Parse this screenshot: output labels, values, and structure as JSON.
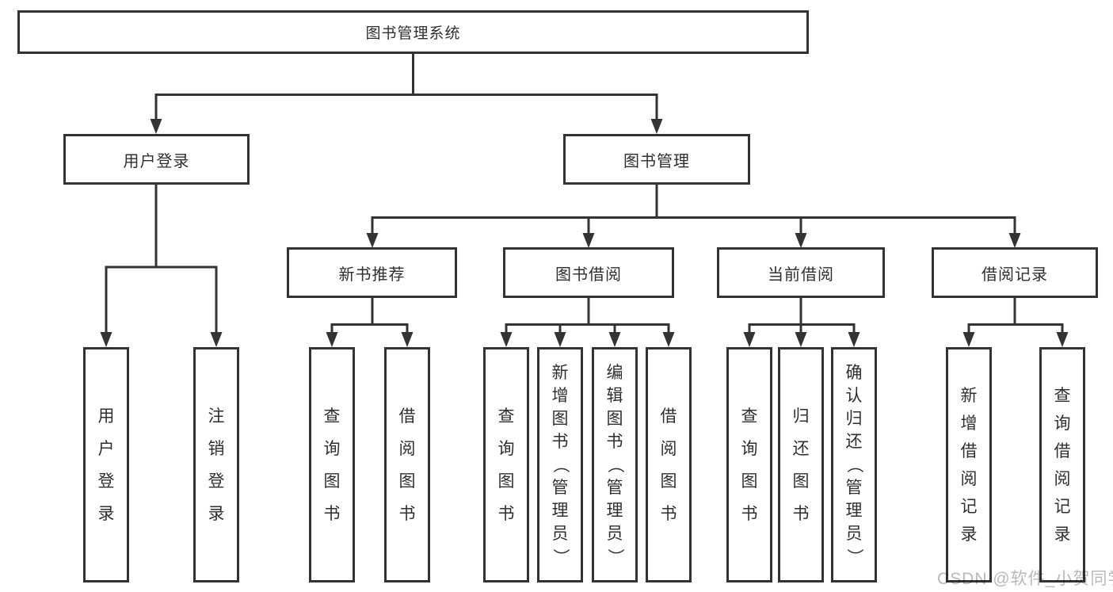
{
  "diagram": {
    "title": "图书管理系统",
    "level2": {
      "user_login": "用户登录",
      "book_mgmt": "图书管理"
    },
    "level3": {
      "new_books": "新书推荐",
      "book_borrow": "图书借阅",
      "current_borrow": "当前借阅",
      "borrow_records": "借阅记录"
    },
    "leaves": {
      "user_login": "用户登录",
      "logout": "注销登录",
      "query_books_1": "查询图书",
      "borrow_books_1": "借阅图书",
      "query_books_2": "查询图书",
      "add_books": "新增图书（管理员）",
      "edit_books": "编辑图书（管理员）",
      "borrow_books_2": "借阅图书",
      "query_books_3": "查询图书",
      "return_books": "归还图书",
      "confirm_return": "确认归还（管理员）",
      "add_borrow_record": "新增借阅记录",
      "query_borrow_record": "查询借阅记录"
    }
  },
  "watermark": "CSDN @软件_小贺同学",
  "colors": {
    "line": "#333333",
    "box_border": "#333333",
    "text": "#2f2f2f",
    "watermark": "#b9b9b9",
    "background": "#ffffff"
  }
}
